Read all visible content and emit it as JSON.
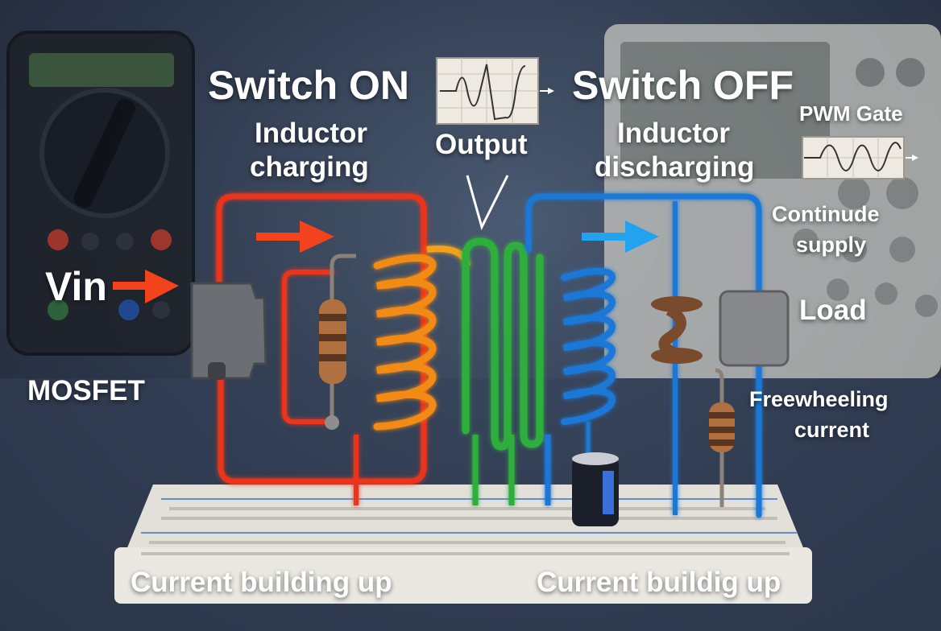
{
  "labels": {
    "switch_on": "Switch ON",
    "inductor_charging_1": "Inductor",
    "inductor_charging_2": "charging",
    "output": "Output",
    "switch_off": "Switch OFF",
    "inductor_discharging_1": "Inductor",
    "inductor_discharging_2": "discharging",
    "pwm_gate": "PWM Gate",
    "continude_1": "Continude",
    "continude_2": "supply",
    "vin": "Vin",
    "mosfet": "MOSFET",
    "load": "Load",
    "freewheeling_1": "Freewheeling",
    "freewheeling_2": "current",
    "current_left": "Current building up",
    "current_right": "Current buildig up"
  },
  "colors": {
    "charging_wire": "#e8351c",
    "coil_orange": "#f28a16",
    "coil_green": "#2fae3c",
    "discharge_wire": "#1f78d6",
    "arrow_red": "#f2431c",
    "arrow_blue": "#23a2ef",
    "breadboard": "#e9e6e0"
  },
  "icons": {
    "multimeter": "multimeter-icon",
    "oscilloscope": "oscilloscope-icon"
  }
}
